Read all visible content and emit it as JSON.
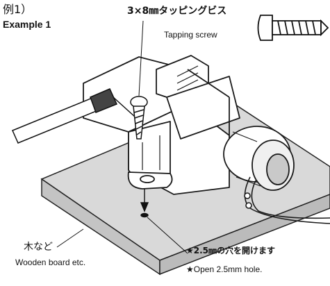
{
  "labels": {
    "example_jp": "例1）",
    "example_en": "Example 1",
    "screw_jp": "3×8㎜タッピングビス",
    "screw_en": "Tapping screw",
    "board_jp": "木など",
    "board_en": "Wooden board etc.",
    "hole_jp": "★2.5㎜の穴を開けます",
    "hole_en": "★Open 2.5mm hole."
  },
  "colors": {
    "ink": "#111111",
    "board_top": "#d8d8d8",
    "board_side": "#bdbdbd",
    "paper": "#ffffff"
  }
}
